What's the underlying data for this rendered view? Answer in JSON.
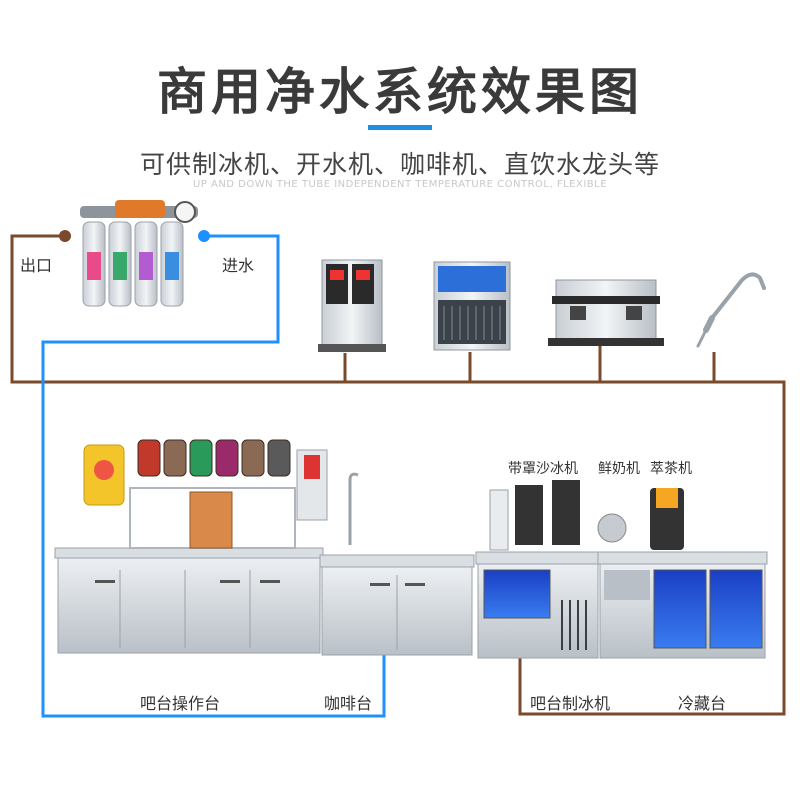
{
  "header": {
    "title": "商用净水系统效果图",
    "subtitle": "可供制冰机、开水机、咖啡机、直饮水龙头等",
    "caption": "UP AND DOWN THE TUBE INDEPENDENT TEMPERATURE CONTROL, FLEXIBLE"
  },
  "labels": {
    "outlet": "出口",
    "inlet": "进水",
    "bar_operation": "吧台操作台",
    "coffee_counter": "咖啡台",
    "ice_bar": "吧台制冰机",
    "fridge_counter": "冷藏台",
    "slush_machine": "带罩沙冰机",
    "milk_machine": "鲜奶机",
    "tea_machine": "萃茶机"
  },
  "colors": {
    "accent": "#1e8fe6",
    "brown_pipe": "#7b4a2c",
    "blue_pipe": "#1e90ff",
    "steel": "#cfd5db"
  },
  "icons": [
    "water-filter-icon",
    "water-boiler-icon",
    "ice-machine-icon",
    "espresso-machine-icon",
    "faucet-icon"
  ]
}
